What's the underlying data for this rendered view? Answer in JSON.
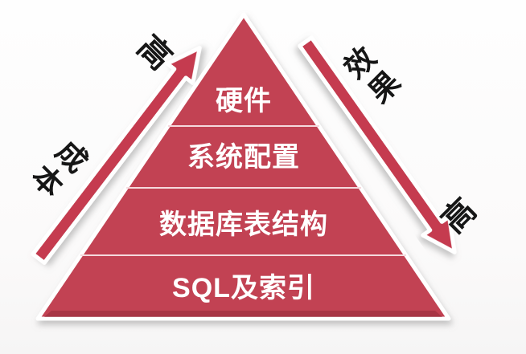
{
  "pyramid": {
    "layers": [
      {
        "id": "hardware",
        "label": "硬件"
      },
      {
        "id": "system-config",
        "label": "系统配置"
      },
      {
        "id": "db-schema",
        "label": "数据库表结构"
      },
      {
        "id": "sql-index",
        "label": "SQL及索引"
      }
    ]
  },
  "axes": {
    "cost": {
      "label": "成本",
      "high_label": "高",
      "direction": "up"
    },
    "effect": {
      "label": "效果",
      "high_label": "高",
      "direction": "down"
    }
  },
  "colors": {
    "pyramid_fill": "#C24253",
    "pyramid_base_shade": "#8E2838",
    "arrow_fill": "#C53B50",
    "outline": "#FFFFFF",
    "divider": "#F5D9DD",
    "layer_text": "#FFFFFF",
    "axis_text": "#161616"
  }
}
